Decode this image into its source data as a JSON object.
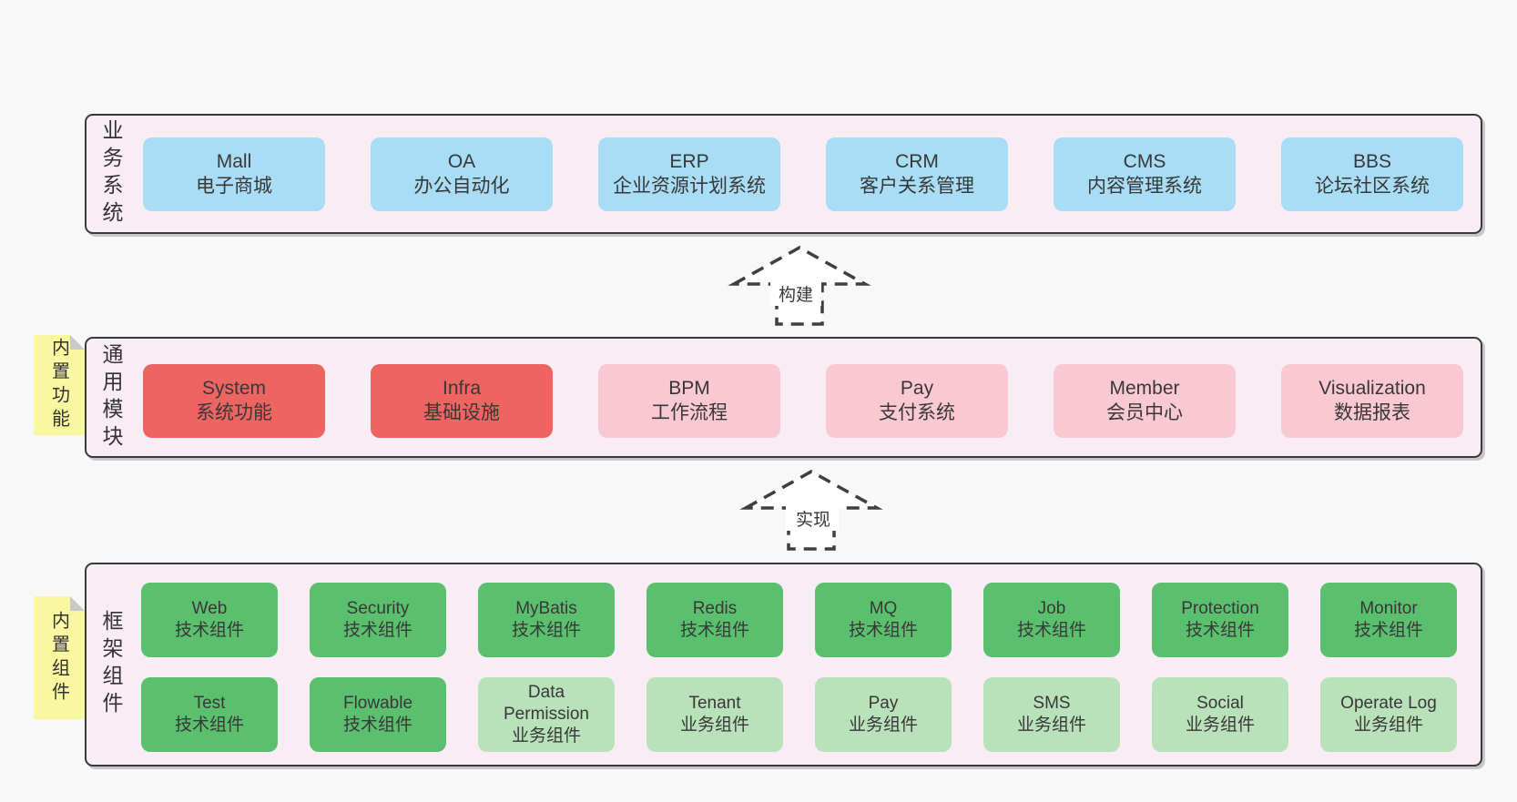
{
  "page": {
    "background": "#f8f8f8"
  },
  "colors": {
    "container_background": "#f8edf5",
    "container_border": "#3a3a3a",
    "business_box_blue": "#a9dcf5",
    "core_module_red": "#ee6461",
    "module_pink": "#f9c8d2",
    "tech_component_green": "#5bc06e",
    "biz_component_light_green": "#b9e2ba",
    "sticky_note_yellow": "#f9f7a0",
    "sticky_note_fold_gray": "#c9c9c9",
    "text": "#383838",
    "arrow_stroke": "#3f3f3f"
  },
  "layers": [
    {
      "label": "业务系统",
      "boxes": [
        {
          "title": "Mall",
          "subtitle": "电子商城"
        },
        {
          "title": "OA",
          "subtitle": "办公自动化"
        },
        {
          "title": "ERP",
          "subtitle": "企业资源计划系统"
        },
        {
          "title": "CRM",
          "subtitle": "客户关系管理"
        },
        {
          "title": "CMS",
          "subtitle": "内容管理系统"
        },
        {
          "title": "BBS",
          "subtitle": "论坛社区系统"
        }
      ]
    },
    {
      "label": "通用模块",
      "tag": "内置功能",
      "boxes": [
        {
          "title": "System",
          "subtitle": "系统功能"
        },
        {
          "title": "Infra",
          "subtitle": "基础设施"
        },
        {
          "title": "BPM",
          "subtitle": "工作流程"
        },
        {
          "title": "Pay",
          "subtitle": "支付系统"
        },
        {
          "title": "Member",
          "subtitle": "会员中心"
        },
        {
          "title": "Visualization",
          "subtitle": "数据报表"
        }
      ]
    },
    {
      "label": "框架组件",
      "tag": "内置组件",
      "rows": [
        [
          {
            "title": "Web",
            "subtitle": "技术组件"
          },
          {
            "title": "Security",
            "subtitle": "技术组件"
          },
          {
            "title": "MyBatis",
            "subtitle": "技术组件"
          },
          {
            "title": "Redis",
            "subtitle": "技术组件"
          },
          {
            "title": "MQ",
            "subtitle": "技术组件"
          },
          {
            "title": "Job",
            "subtitle": "技术组件"
          },
          {
            "title": "Protection",
            "subtitle": "技术组件"
          },
          {
            "title": "Monitor",
            "subtitle": "技术组件"
          }
        ],
        [
          {
            "title": "Test",
            "subtitle": "技术组件"
          },
          {
            "title": "Flowable",
            "subtitle": "技术组件"
          },
          {
            "title": "Data Permission",
            "subtitle": "业务组件"
          },
          {
            "title": "Tenant",
            "subtitle": "业务组件"
          },
          {
            "title": "Pay",
            "subtitle": "业务组件"
          },
          {
            "title": "SMS",
            "subtitle": "业务组件"
          },
          {
            "title": "Social",
            "subtitle": "业务组件"
          },
          {
            "title": "Operate Log",
            "subtitle": "业务组件"
          }
        ]
      ]
    }
  ],
  "arrows": [
    {
      "label": "构建"
    },
    {
      "label": "实现"
    }
  ]
}
